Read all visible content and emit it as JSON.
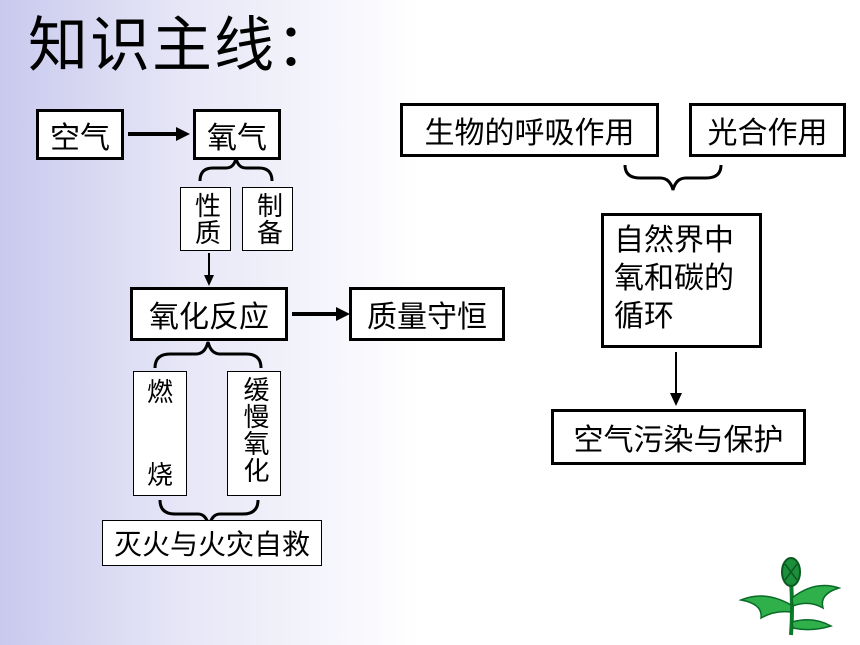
{
  "title": "知识主线：",
  "nodes": {
    "air": "空气",
    "oxygen": "氧气",
    "property": "性质",
    "preparation": "制备",
    "oxidation": "氧化反应",
    "conservation": "质量守恒",
    "combustion_1": "燃",
    "combustion_2": "烧",
    "slow_oxidation": "缓慢氧化",
    "fire": "灭火与火灾自救",
    "respiration": "生物的呼吸作用",
    "photosynthesis": "光合作用",
    "cycle_line1": "自然界中",
    "cycle_line2": "氧和碳的",
    "cycle_line3": "循环",
    "pollution": "空气污染与保护"
  }
}
